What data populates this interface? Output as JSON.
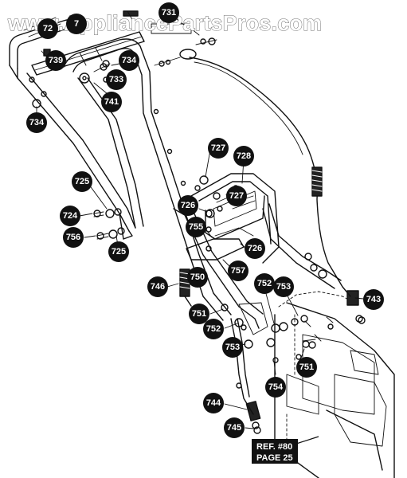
{
  "watermark": "www.AppliancePartsPros.com",
  "reference_note": {
    "line1": "REF. #80",
    "line2": "PAGE 25"
  },
  "callouts": [
    {
      "id": "c1",
      "label": "731"
    },
    {
      "id": "c2",
      "label": "739"
    },
    {
      "id": "c3",
      "label": "734"
    },
    {
      "id": "c4",
      "label": "733"
    },
    {
      "id": "c5",
      "label": "741"
    },
    {
      "id": "c6",
      "label": "734"
    },
    {
      "id": "c7",
      "label": "727"
    },
    {
      "id": "c8",
      "label": "728"
    },
    {
      "id": "c9",
      "label": "727"
    },
    {
      "id": "c10",
      "label": "725"
    },
    {
      "id": "c11",
      "label": "726"
    },
    {
      "id": "c12",
      "label": "724"
    },
    {
      "id": "c13",
      "label": "755"
    },
    {
      "id": "c14",
      "label": "756"
    },
    {
      "id": "c15",
      "label": "725"
    },
    {
      "id": "c16",
      "label": "726"
    },
    {
      "id": "c17",
      "label": "757"
    },
    {
      "id": "c18",
      "label": "750"
    },
    {
      "id": "c19",
      "label": "752"
    },
    {
      "id": "c20",
      "label": "746"
    },
    {
      "id": "c21",
      "label": "753"
    },
    {
      "id": "c22",
      "label": "743"
    },
    {
      "id": "c23",
      "label": "751"
    },
    {
      "id": "c24",
      "label": "752"
    },
    {
      "id": "c25",
      "label": "753"
    },
    {
      "id": "c26",
      "label": "751"
    },
    {
      "id": "c27",
      "label": "754"
    },
    {
      "id": "c28",
      "label": "744"
    },
    {
      "id": "c29",
      "label": "745"
    },
    {
      "id": "c30",
      "label": "72"
    },
    {
      "id": "c31",
      "label": "7"
    }
  ]
}
